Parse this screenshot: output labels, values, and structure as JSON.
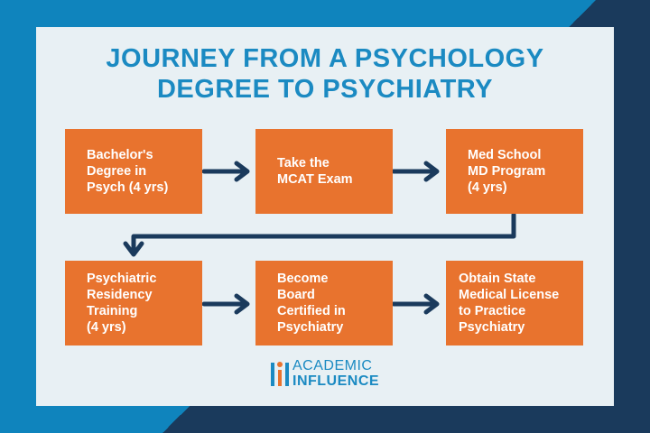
{
  "title": {
    "line1": "JOURNEY FROM A PSYCHOLOGY",
    "line2": "DEGREE TO PSYCHIATRY"
  },
  "steps": [
    "Bachelor's\nDegree in\nPsych (4 yrs)",
    "Take the\nMCAT Exam",
    "Med School\nMD Program\n(4 yrs)",
    "Psychiatric\nResidency\nTraining\n(4 yrs)",
    "Become\nBoard\nCertified in\nPsychiatry",
    "Obtain State\nMedical License\nto Practice\nPsychiatry"
  ],
  "logo": {
    "line1": "ACADEMIC",
    "line2": "INFLUENCE"
  },
  "colors": {
    "box": "#e8732e",
    "arrow": "#1a3a5c",
    "title": "#1b8ac2",
    "card": "#e8f0f4"
  }
}
